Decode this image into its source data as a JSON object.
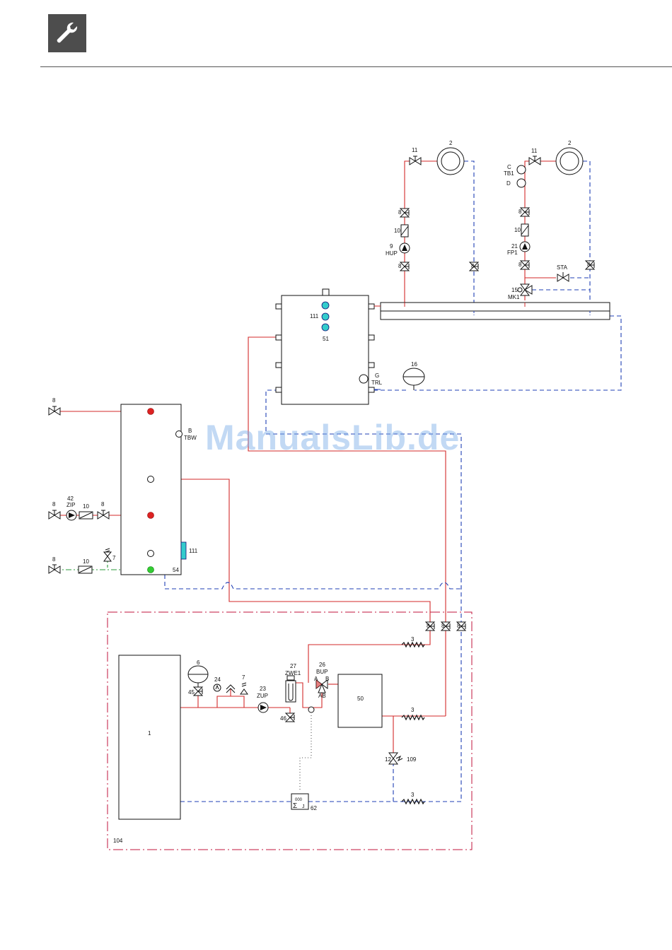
{
  "header": {
    "icon": "wrench-icon"
  },
  "watermark": "ManualsLib.de",
  "colors": {
    "supply": "#d32a2a",
    "return": "#1f3fb5",
    "boundary": "#c0143c",
    "cold_water": "#2a9a3a",
    "accent": "#33cccc"
  },
  "labels": {
    "n2a": "2",
    "n2b": "2",
    "n11a": "11",
    "n11b": "11",
    "n8a": "8",
    "n8b": "8",
    "n8c": "8",
    "n8d": "8",
    "n8e": "8",
    "n8f": "8",
    "n8g": "8",
    "n8h": "8",
    "n8i": "8",
    "n8j": "8",
    "n8k": "8",
    "n8l": "8",
    "n8m": "8",
    "n10a": "10",
    "n10b": "10",
    "n10c": "10",
    "n10d": "10",
    "n9": "9",
    "hup": "HUP",
    "n21": "21",
    "fp1": "FP1",
    "c": "C",
    "tb1": "TB1",
    "d": "D",
    "sta": "STA",
    "n15": "15",
    "mk1": "MK1",
    "n111a": "111",
    "n51": "51",
    "g": "G",
    "trl": "TRL",
    "n16": "16",
    "b": "B",
    "tbw": "TBW",
    "n42": "42",
    "zip": "ZIP",
    "n111b": "111",
    "n7a": "7",
    "n54": "54",
    "n3a": "3",
    "n3b": "3",
    "n3c": "3",
    "n6": "6",
    "n45": "45",
    "n24": "24",
    "n7b": "7",
    "n23": "23",
    "zup": "ZUP",
    "n27": "27",
    "zwe1": "ZWE1",
    "n26": "26",
    "bup": "BUP",
    "a": "A",
    "bport": "B",
    "ab": "AB",
    "n46": "46",
    "n50": "50",
    "n12": "12",
    "n109": "109",
    "n1": "1",
    "n62": "62",
    "meter_top": "000",
    "meter_j": "J",
    "n104": "104"
  }
}
